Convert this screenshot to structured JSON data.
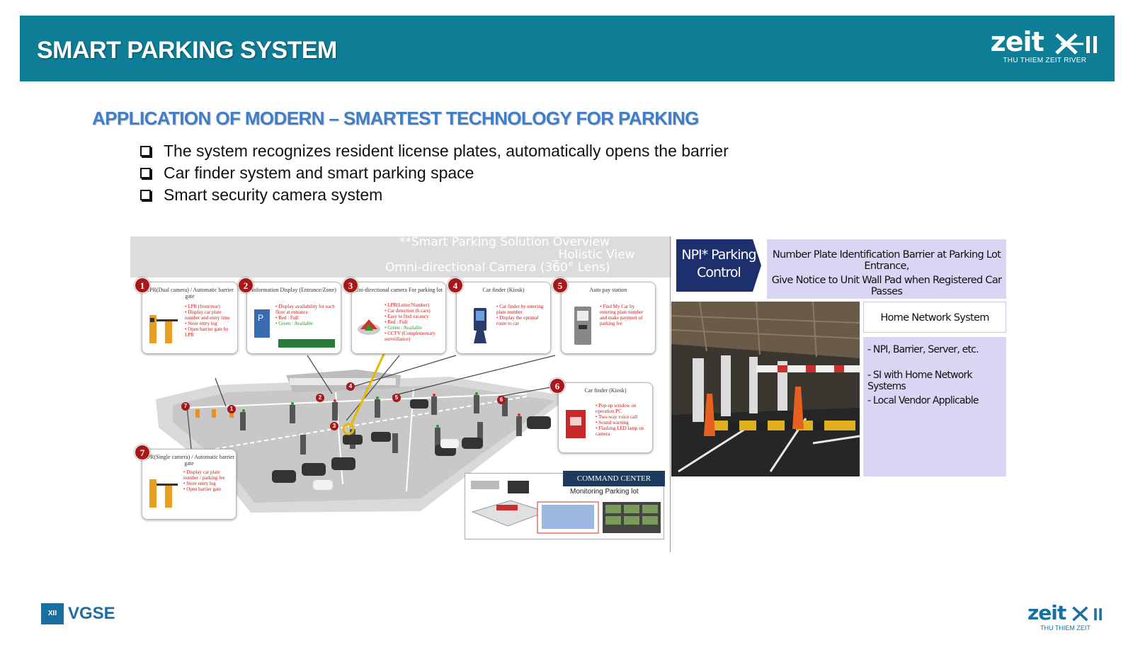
{
  "header": {
    "title": "SMART PARKING SYSTEM",
    "logo_word": "zeit",
    "logo_sub": "THU THIEM ZEIT RIVER"
  },
  "subtitle": "APPLICATION OF MODERN – SMARTEST TECHNOLOGY FOR PARKING",
  "bullets": [
    "The system recognizes resident license plates, automatically opens the barrier",
    "Car finder system and smart parking space",
    "Smart security camera system"
  ],
  "diagram": {
    "header_lines": [
      "**Smart Parking Solution Overview",
      "_Holistic View",
      "Omni-directional Camera (360° Lens)"
    ],
    "callouts": [
      {
        "num": "1",
        "title": "LPR(Dual camera) / Automatic barrier gate",
        "desc": [
          "LPR (front/rear)",
          "Display car plate number and entry time",
          "Store entry log",
          "Open barrier gate by LPR"
        ]
      },
      {
        "num": "2",
        "title": "Information Display (Entrance/Zone)",
        "desc": [
          "Display availability for each floor at entrance"
        ],
        "red": "Red : Full",
        "green": "Green : Available"
      },
      {
        "num": "3",
        "title": "Uni-directional camera For parking lot",
        "desc": [
          "LPR(Letter/Number)",
          "Car detection (6 cars)",
          "Easy to find vacancy"
        ],
        "red": "Red : Full",
        "green": "Green : Available",
        "desc2": [
          "CCTV (Complementary surveillance)"
        ]
      },
      {
        "num": "4",
        "title": "Car finder (Kiosk)",
        "desc": [
          "Car finder by entering plate number",
          "Display the optimal route to car"
        ]
      },
      {
        "num": "5",
        "title": "Auto pay station",
        "desc": [
          "Find My Car by entering plate number and make payment of parking fee"
        ]
      },
      {
        "num": "6",
        "title": "Car finder (Kiosk)",
        "desc": [
          "Pop-up window on operation PC",
          "Two-way voice call",
          "Sound warning",
          "Flashing LED lamp on camera"
        ]
      },
      {
        "num": "7",
        "title": "LPR(Single camera) / Automatic barrier gate",
        "desc": [
          "Display car plate number / parking fee",
          "Store entry log",
          "Open barrier gate"
        ]
      }
    ],
    "command_center": {
      "title": "COMMAND CENTER",
      "subtitle": "Monitoring Parking lot"
    }
  },
  "npi": {
    "badge_line1": "NPI* Parking",
    "badge_line2": "Control",
    "line1": "Number Plate Identification Barrier at Parking Lot Entrance,",
    "line2": "Give Notice to Unit Wall Pad when Registered Car Passes"
  },
  "home_network": {
    "title": "Home Network System Supplier",
    "items": [
      "- NPI, Barrier, Server, etc.",
      "- SI with Home Network Systems",
      "- Local Vendor Applicable"
    ]
  },
  "footer": {
    "left_mark": "XII",
    "left_text": "VGSE",
    "right_word": "zeit",
    "right_sub": "THU THIEM ZEIT"
  },
  "colors": {
    "header_bg": "#0e7d96",
    "subtitle": "#3f7ec9",
    "badge_bg": "#1e2f6d",
    "panel_lavender": "#d8d6f3",
    "marker_red": "#a81818"
  }
}
